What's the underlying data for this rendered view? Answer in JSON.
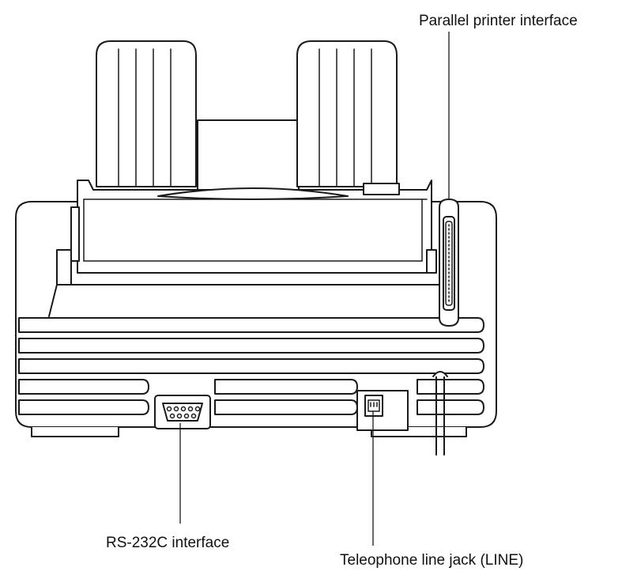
{
  "labels": {
    "parallel_printer_interface": "Parallel printer interface",
    "rs232c_interface": "RS-232C interface",
    "telephone_line_jack": "Teleophone line jack (LINE)"
  }
}
